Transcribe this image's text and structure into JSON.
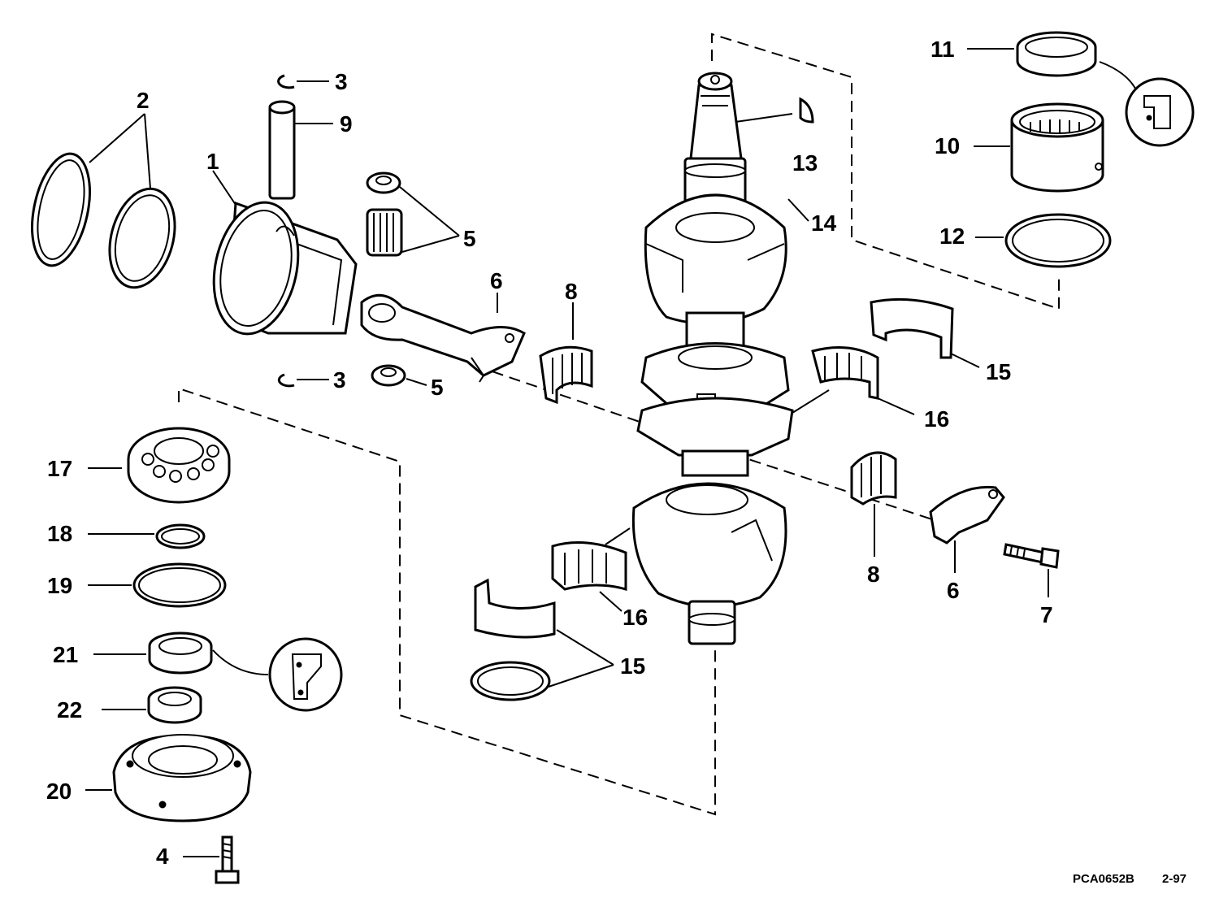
{
  "diagram": {
    "callouts": [
      {
        "key": "c1",
        "text": "1"
      },
      {
        "key": "c2",
        "text": "2"
      },
      {
        "key": "c3a",
        "text": "3"
      },
      {
        "key": "c3b",
        "text": "3"
      },
      {
        "key": "c4",
        "text": "4"
      },
      {
        "key": "c5a",
        "text": "5"
      },
      {
        "key": "c5b",
        "text": "5"
      },
      {
        "key": "c6a",
        "text": "6"
      },
      {
        "key": "c6b",
        "text": "6"
      },
      {
        "key": "c7",
        "text": "7"
      },
      {
        "key": "c8a",
        "text": "8"
      },
      {
        "key": "c8b",
        "text": "8"
      },
      {
        "key": "c9",
        "text": "9"
      },
      {
        "key": "c10",
        "text": "10"
      },
      {
        "key": "c11",
        "text": "11"
      },
      {
        "key": "c12",
        "text": "12"
      },
      {
        "key": "c13",
        "text": "13"
      },
      {
        "key": "c14",
        "text": "14"
      },
      {
        "key": "c15a",
        "text": "15"
      },
      {
        "key": "c15b",
        "text": "15"
      },
      {
        "key": "c16a",
        "text": "16"
      },
      {
        "key": "c16b",
        "text": "16"
      },
      {
        "key": "c17",
        "text": "17"
      },
      {
        "key": "c18",
        "text": "18"
      },
      {
        "key": "c19",
        "text": "19"
      },
      {
        "key": "c20",
        "text": "20"
      },
      {
        "key": "c21",
        "text": "21"
      },
      {
        "key": "c22",
        "text": "22"
      }
    ],
    "drawing_code": "PCA0652B",
    "revision": "2-97"
  }
}
